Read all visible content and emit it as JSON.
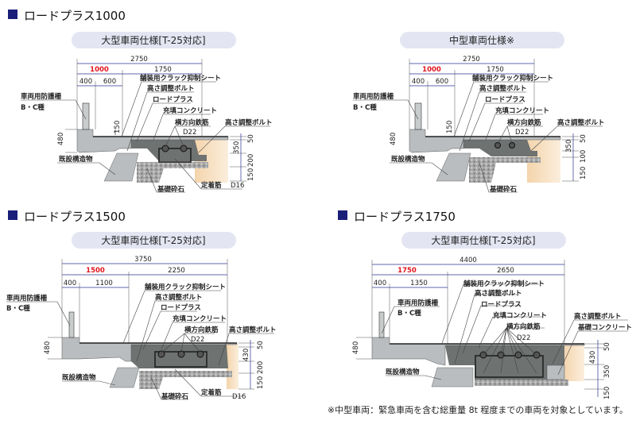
{
  "colors": {
    "title_marker": "#1a1f7a",
    "pill": "#e3e5f2",
    "highlight_dim": "#e0141e",
    "concrete": "#b9bdbf",
    "fill_concrete": "#6e7271",
    "soil": "#f6dcb9",
    "gravel": "#9c9c9c"
  },
  "panels": [
    {
      "title": "ロードプラス1000",
      "spec": "大型車両仕様[T-25対応]",
      "dims": {
        "total": "2750",
        "left": "1000",
        "right": "1750",
        "left_a": "400",
        "left_b": "600",
        "curb_h": "480",
        "gap": "150"
      },
      "labels": {
        "guard": "車両用防護柵",
        "guard_type": "B・C種",
        "sheet": "舗装用クラック抑制シート",
        "bolt": "高さ調整ボルト",
        "roadplus": "ロードプラス",
        "fill": "充填コンクリート",
        "rebar": "横方向鉄筋",
        "rebar_size": "D22",
        "bolt_right": "高さ調整ボルト",
        "existing": "既設構造物",
        "gravel": "基礎砕石",
        "anchor": "定着筋",
        "anchor_size": "D16"
      },
      "right_dims": [
        "50",
        "350",
        "200",
        "150"
      ]
    },
    {
      "spec": "中型車両仕様※",
      "dims": {
        "total": "2750",
        "left": "1000",
        "right": "1750",
        "left_a": "400",
        "left_b": "600",
        "curb_h": "480",
        "gap": "150"
      },
      "labels": {
        "guard": "車両用防護柵",
        "guard_type": "B・C種",
        "sheet": "舗装用クラック抑制シート",
        "bolt": "高さ調整ボルト",
        "roadplus": "ロードプラス",
        "fill": "充填コンクリート",
        "rebar": "横方向鉄筋",
        "rebar_size": "D22",
        "bolt_right": "高さ調整ボルト",
        "existing": "既設構造物",
        "gravel": "基礎砕石"
      },
      "right_dims": [
        "50",
        "350",
        "100",
        "150"
      ]
    },
    {
      "title": "ロードプラス1500",
      "spec": "大型車両仕様[T-25対応]",
      "dims": {
        "total": "3750",
        "left": "1500",
        "right": "2250",
        "left_a": "400",
        "left_b": "1100",
        "curb_h": "480"
      },
      "labels": {
        "guard": "車両用防護柵",
        "guard_type": "B・C種",
        "sheet": "舗装用クラック抑制シート",
        "bolt": "高さ調整ボルト",
        "roadplus": "ロードプラス",
        "fill": "充填コンクリート",
        "rebar": "横方向鉄筋",
        "rebar_size": "D22",
        "bolt_right": "高さ調整ボルト",
        "existing": "既設構造物",
        "gravel": "基礎砕石",
        "anchor": "定着筋",
        "anchor_size": "D16"
      },
      "right_dims": [
        "50",
        "430",
        "200",
        "150"
      ]
    },
    {
      "title": "ロードプラス1750",
      "spec": "大型車両仕様[T-25対応]",
      "dims": {
        "total": "4400",
        "left": "1750",
        "right": "2650",
        "left_a": "400",
        "left_b": "1350",
        "curb_h": "480"
      },
      "labels": {
        "guard": "車両用防護柵",
        "guard_type": "B・C種",
        "sheet": "舗装用クラック抑制シート",
        "bolt": "高さ調整ボルト",
        "roadplus": "ロードプラス",
        "fill": "充填コンクリート",
        "rebar": "横方向鉄筋",
        "rebar_size": "D22",
        "bolt_right": "高さ調整ボルト",
        "base_concrete": "基礎コンクリート",
        "existing": "既設構造物"
      },
      "right_dims": [
        "50",
        "430",
        "350",
        "150"
      ]
    }
  ],
  "footnote": "※中型車両：緊急車両を含む総重量 8t 程度までの車両を対象としています。"
}
